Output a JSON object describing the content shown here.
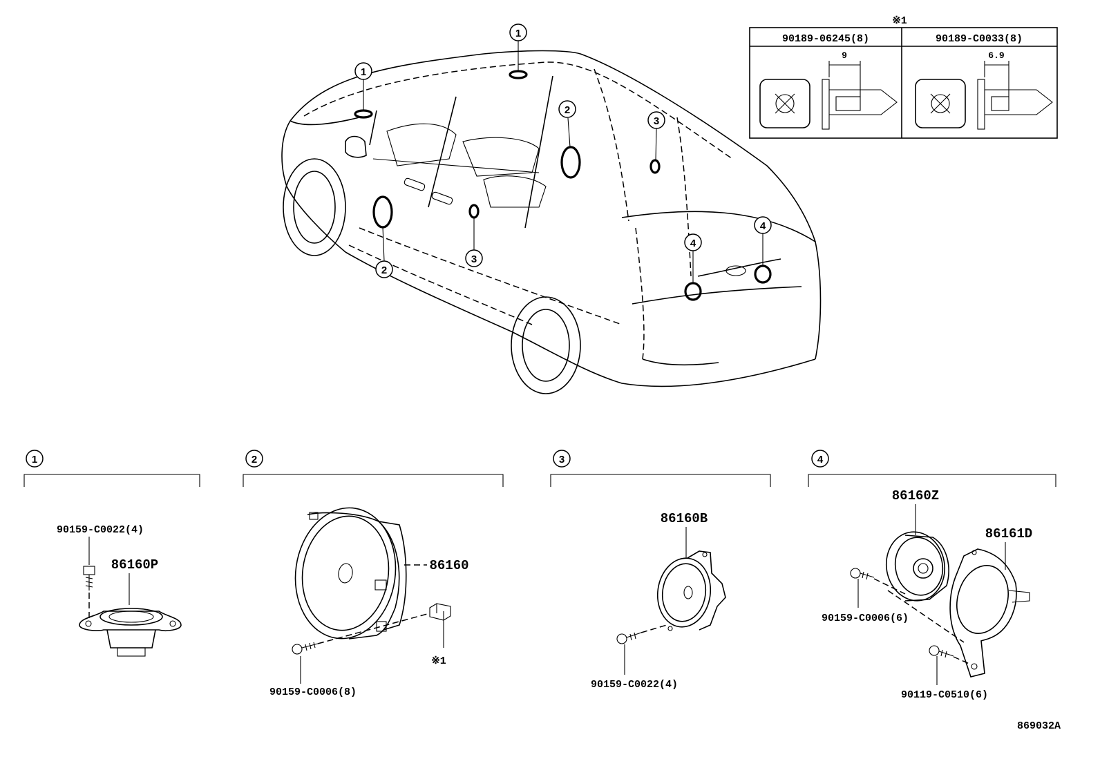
{
  "car_callouts": [
    "1",
    "1",
    "2",
    "2",
    "3",
    "3",
    "4",
    "4"
  ],
  "clip_table": {
    "note_mark": "※1",
    "col1_part": "90189-06245(8)",
    "col1_dim": "9",
    "col2_part": "90189-C0033(8)",
    "col2_dim": "6.9"
  },
  "groups": [
    {
      "id": "1",
      "parts": [
        "90159-C0022(4)",
        "86160P"
      ]
    },
    {
      "id": "2",
      "parts": [
        "86160",
        "90159-C0006(8)"
      ],
      "note_mark": "※1"
    },
    {
      "id": "3",
      "parts": [
        "86160B",
        "90159-C0022(4)"
      ]
    },
    {
      "id": "4",
      "parts": [
        "86160Z",
        "86161D",
        "90159-C0006(6)",
        "90119-C0510(6)"
      ]
    }
  ],
  "diagram_code": "869032A"
}
